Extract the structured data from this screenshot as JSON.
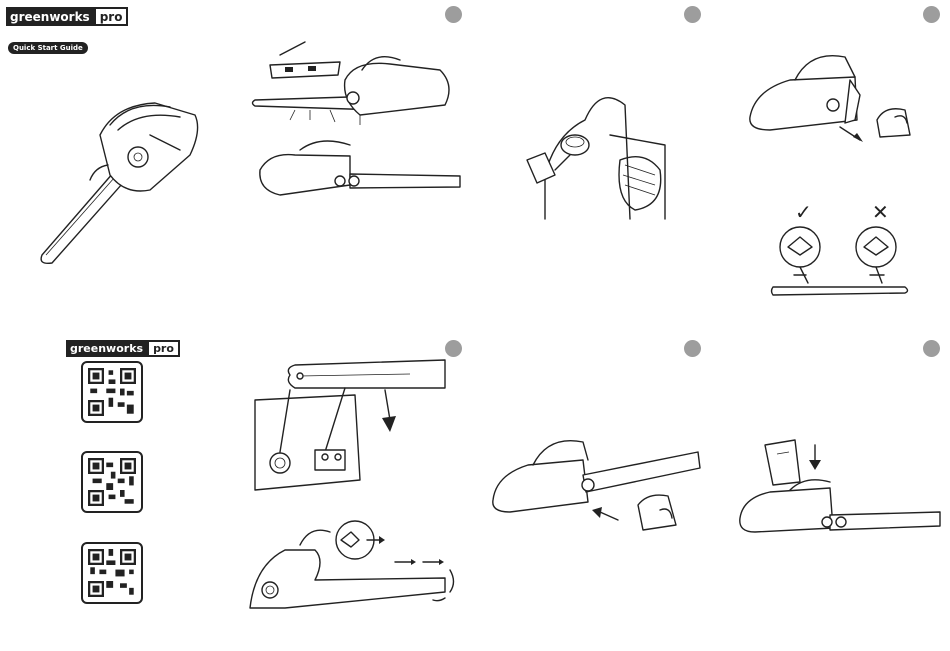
{
  "brand": {
    "name": "greenworks",
    "suffix": "pro"
  },
  "guide_badge": "Quick Start Guide",
  "icons": {
    "step_markers": [
      "step-circle-icon"
    ],
    "qr_codes": [
      "qr-code-icon",
      "qr-code-icon",
      "qr-code-icon"
    ],
    "chain_direction": [
      "check-mark-icon",
      "cross-mark-icon"
    ]
  },
  "colors": {
    "ink": "#222222",
    "step_marker": "#9d9d9d",
    "paper": "#ffffff"
  },
  "symbols": {
    "correct": "✓",
    "incorrect": "✕"
  }
}
